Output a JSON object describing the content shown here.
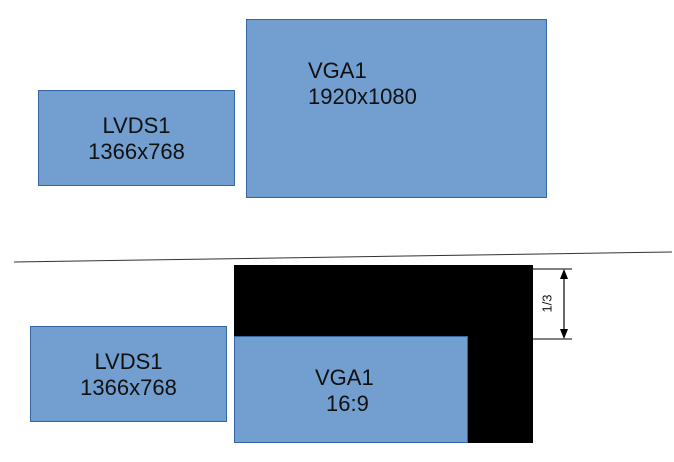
{
  "top": {
    "lvds": {
      "name": "LVDS1",
      "resolution": "1366x768"
    },
    "vga": {
      "name": "VGA1",
      "resolution": "1920x1080"
    }
  },
  "bottom": {
    "lvds": {
      "name": "LVDS1",
      "resolution": "1366x768"
    },
    "vga": {
      "name": "VGA1",
      "aspect": "16:9"
    },
    "dimension_label": "1/3"
  },
  "colors": {
    "box_fill": "#729fcf",
    "box_border": "#3465a4",
    "frame_fill": "#000000",
    "line": "#333333"
  }
}
